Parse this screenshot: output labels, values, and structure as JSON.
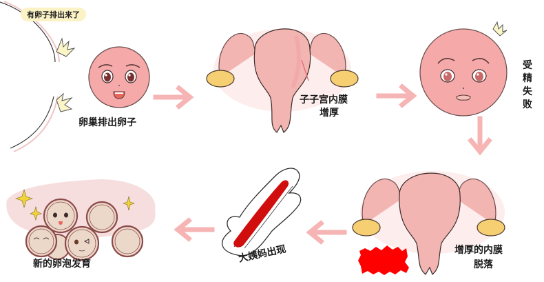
{
  "diagram": {
    "title": "",
    "colors": {
      "arrow": "#f6b4b4",
      "face": "#f5a9a9",
      "face_outline": "#6b5050",
      "uterus": "#f3b5b2",
      "ovary": "#f7cf73",
      "blood": "#ff0000",
      "pad_blood": "#d10e0e",
      "follicle": "#ecd8c9",
      "follicle_ring": "#8c4a4a",
      "bubble": "#fbf3c6",
      "sparkle": "#f2d33a",
      "cloud": "#f6dede"
    },
    "steps": [
      {
        "id": "ovulation",
        "label": "卵巢排出卵子",
        "bubble": "有卵子排出来了",
        "icon": "happy-egg-face"
      },
      {
        "id": "endometrium-thickening",
        "label_line1": "子子宫内膜",
        "label_line2": "增厚",
        "icon": "uterus"
      },
      {
        "id": "fertilization-failed",
        "label_vertical": [
          "受",
          "精",
          "失",
          "败"
        ],
        "icon": "sad-egg-face"
      },
      {
        "id": "endometrium-shedding",
        "label_line1": "增厚的内膜",
        "label_line2": "脱落",
        "icon": "uterus-shedding"
      },
      {
        "id": "period",
        "label": "大姨妈出现",
        "icon": "sanitary-pad"
      },
      {
        "id": "new-follicles",
        "label": "新的卵泡发育",
        "icon": "follicles"
      }
    ],
    "arrows": [
      {
        "from": "ovulation",
        "to": "endometrium-thickening",
        "direction": "right"
      },
      {
        "from": "endometrium-thickening",
        "to": "fertilization-failed",
        "direction": "right"
      },
      {
        "from": "fertilization-failed",
        "to": "endometrium-shedding",
        "direction": "down"
      },
      {
        "from": "endometrium-shedding",
        "to": "period",
        "direction": "left"
      },
      {
        "from": "period",
        "to": "new-follicles",
        "direction": "left"
      }
    ]
  }
}
